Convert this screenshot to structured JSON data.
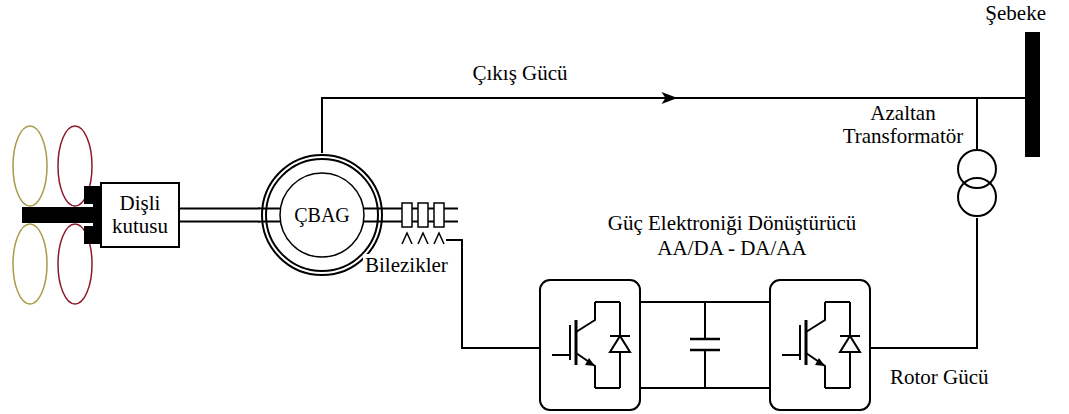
{
  "diagram": {
    "nodes": [
      {
        "text": [
          "Dişli kutusu"
        ]
      },
      {
        "text": [
          "ÇBAG"
        ]
      },
      {
        "text": [
          "Şebeke"
        ]
      },
      {
        "text": [
          "Azaltan Transformatör"
        ]
      }
    ],
    "edges": [
      {
        "from": 0,
        "to": 1,
        "arrow": "none"
      },
      {
        "from": 1,
        "to": 2,
        "label": "Çıkış Gücü",
        "arrow": "to"
      },
      {
        "from": 3,
        "to": 2,
        "arrow": "none"
      }
    ],
    "labels": [
      "Güç Elektroniği Dönüştürücü",
      "AA/DA - DA/AA",
      "Bilezikler",
      "Rotor Gücü"
    ]
  }
}
